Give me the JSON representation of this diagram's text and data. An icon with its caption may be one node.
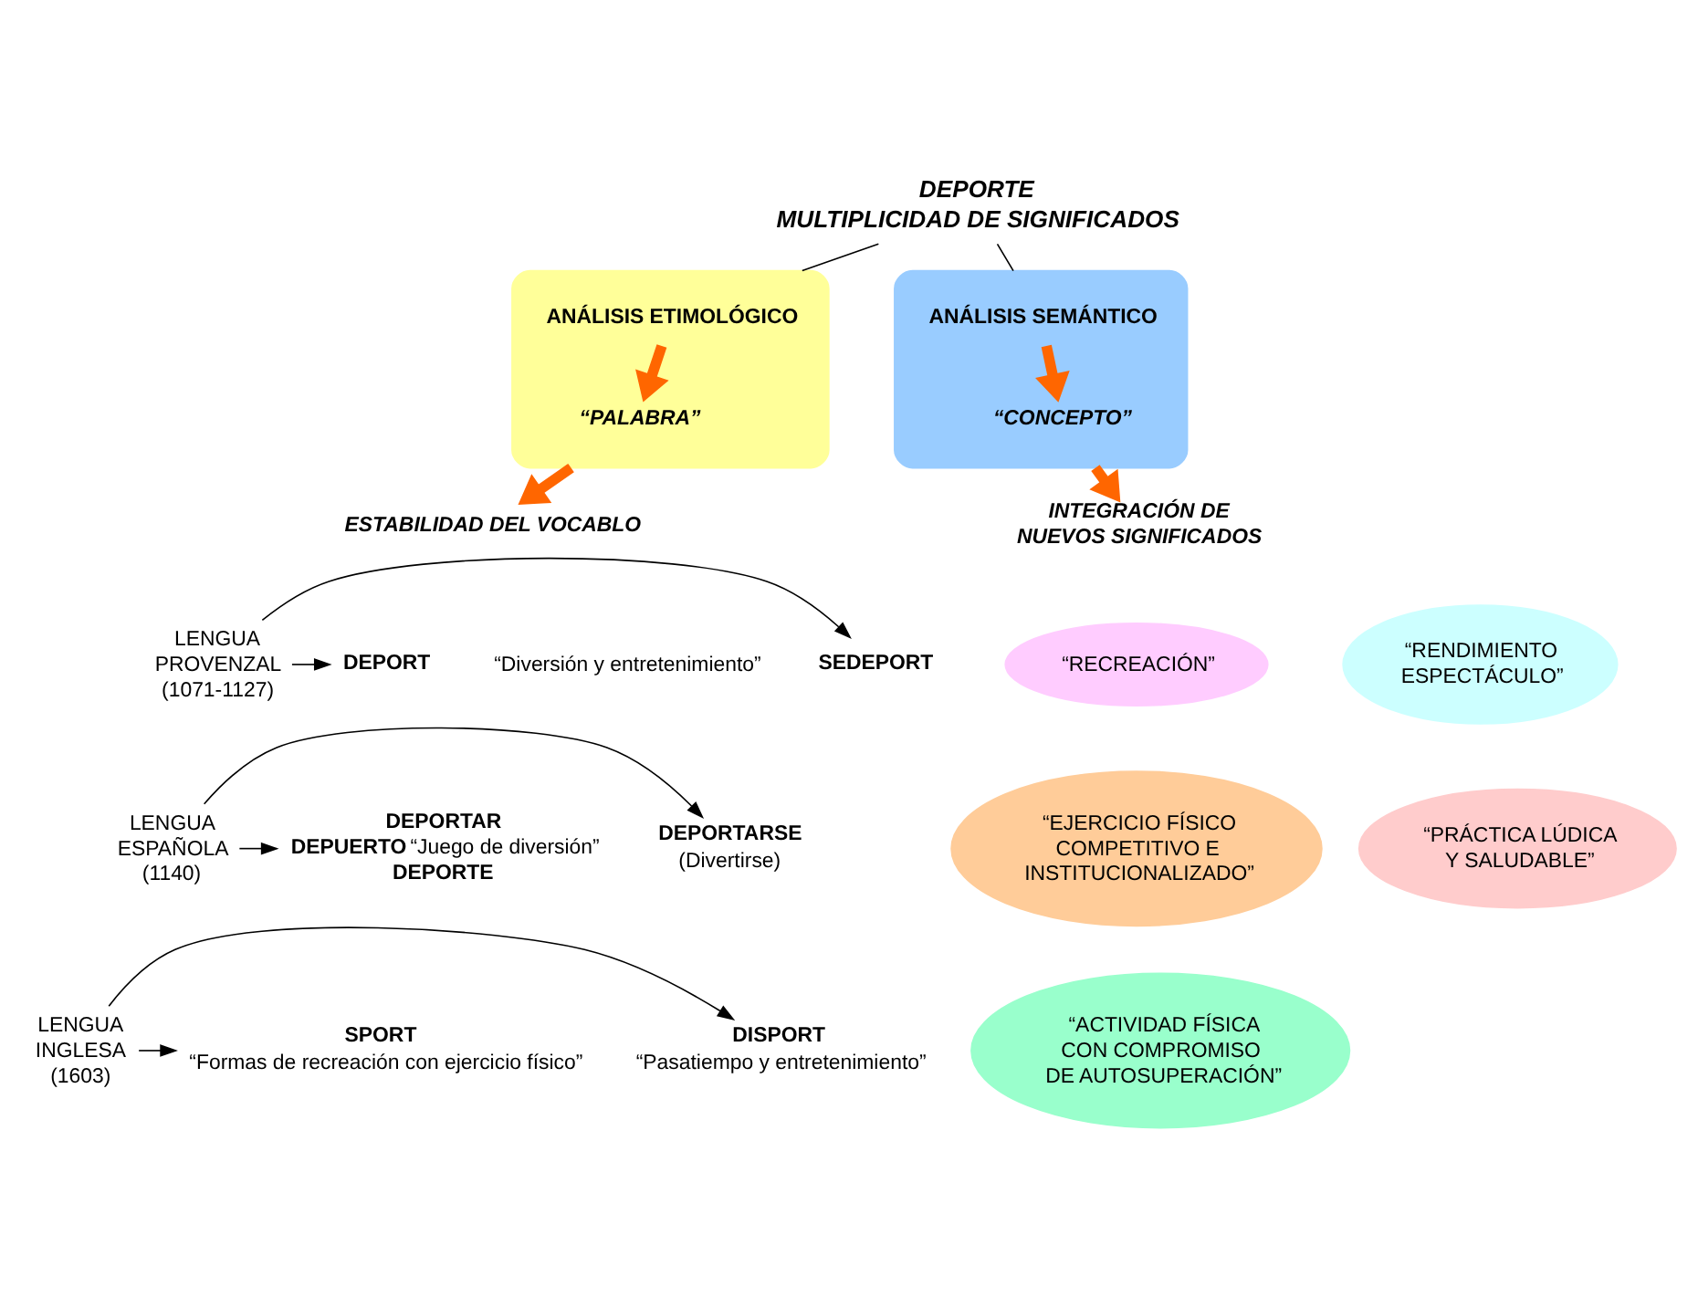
{
  "diagram": {
    "nodes": [
      {
        "text": [
          "DEPORTE",
          "MULTIPLICIDAD DE SIGNIFICADOS"
        ]
      },
      {
        "text": [],
        "shape": "box"
      },
      {
        "text": [
          "ANÁLISIS ETIMOLÓGICO"
        ],
        "in": 1
      },
      {
        "text": [
          "“PALABRA”"
        ],
        "in": 1
      },
      {
        "text": [
          "ESTABILIDAD DEL VOCABLO"
        ]
      },
      {
        "text": [],
        "shape": "box"
      },
      {
        "text": [
          "ANÁLISIS SEMÁNTICO"
        ],
        "in": 5
      },
      {
        "text": [
          "“CONCEPTO”"
        ],
        "in": 5
      },
      {
        "text": [
          "INTEGRACIÓN DE NUEVOS SIGNIFICADOS"
        ]
      },
      {
        "text": [
          "“RECREACIÓN”"
        ]
      },
      {
        "text": [
          "“RENDIMIENTO ESPECTÁCULO”"
        ]
      },
      {
        "text": [
          "“EJERCICIO FÍSICO COMPETITIVO E INSTITUCIONALIZADO”"
        ]
      },
      {
        "text": [
          "“PRÁCTICA LÚDICA Y SALUDABLE”"
        ]
      },
      {
        "text": [
          "“ACTIVIDAD FÍSICA CON COMPROMISO DE AUTOSUPERACIÓN”"
        ]
      },
      {
        "text": [
          "LENGUA PROVENZAL (1071-1127)"
        ]
      },
      {
        "text": [
          "DEPORT"
        ]
      },
      {
        "text": [
          "SEDEPORT"
        ]
      },
      {
        "text": [
          "LENGUA ESPAÑOLA (1140)"
        ]
      },
      {
        "text": [
          "DEPORTARSE",
          "(Divertirse)"
        ]
      },
      {
        "text": [
          "DEPORTAR",
          "**DEPUERTO** “Juego de diversión”",
          "DEPORTE"
        ]
      },
      {
        "text": [
          "LENGUA INGLESA (1603)"
        ]
      },
      {
        "text": [
          "DISPORT",
          "“Pasatiempo y entretenimiento”"
        ]
      },
      {
        "text": [
          "SPORT",
          "“Formas de recreación con ejercicio físico”"
        ]
      }
    ],
    "edges": [
      {
        "from": 0,
        "to": 1,
        "arrow": "none"
      },
      {
        "from": 0,
        "to": 5,
        "arrow": "none"
      },
      {
        "from": 2,
        "to": 3,
        "arrow": "to",
        "style": "thick",
        "color": "#ff6600"
      },
      {
        "from": 1,
        "to": 4,
        "arrow": "to",
        "style": "thick",
        "color": "#ff6600"
      },
      {
        "from": 6,
        "to": 7,
        "arrow": "to",
        "style": "thick",
        "color": "#ff6600"
      },
      {
        "from": 5,
        "to": 8,
        "arrow": "to",
        "style": "thick",
        "color": "#ff6600"
      },
      {
        "from": 14,
        "to": 15,
        "arrow": "to"
      },
      {
        "from": 14,
        "to": 16,
        "arrow": "to"
      },
      {
        "from": 17,
        "to": 18,
        "arrow": "to"
      },
      {
        "from": 17,
        "to": 19,
        "arrow": "to"
      },
      {
        "from": 20,
        "to": 21,
        "arrow": "to"
      },
      {
        "from": 20,
        "to": 22,
        "arrow": "to"
      }
    ],
    "labels": [
      "“Diversión y entretenimiento”"
    ]
  }
}
